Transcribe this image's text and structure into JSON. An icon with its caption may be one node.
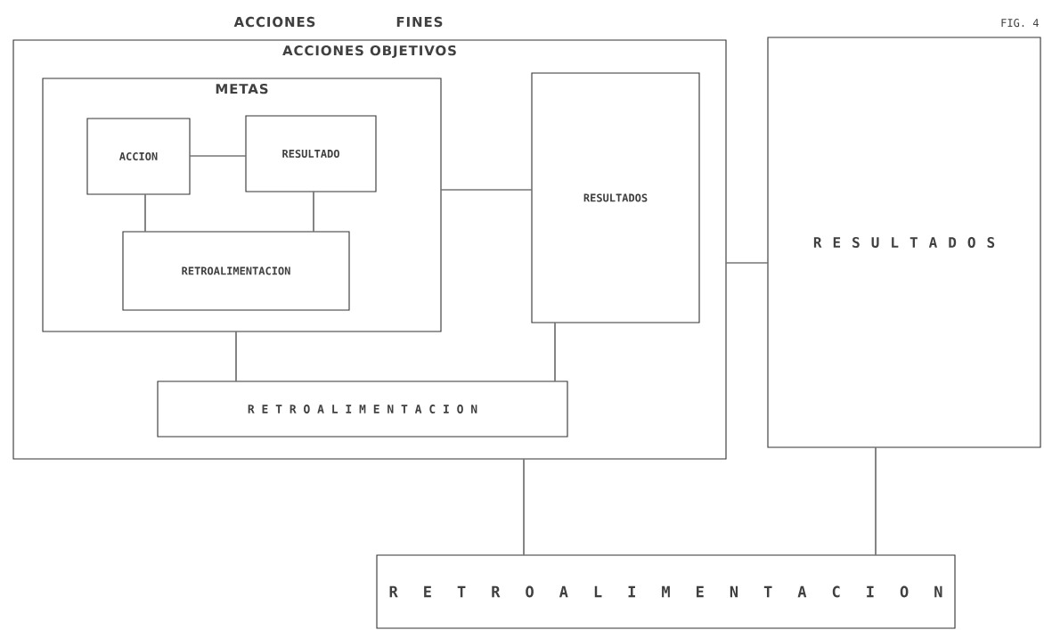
{
  "diagram": {
    "title": "ACCIONES FINES",
    "nodes": [
      {
        "text": [
          "ACCIONES OBJETIVOS"
        ]
      },
      {
        "text": [
          "METAS"
        ],
        "in": 0
      },
      {
        "text": [
          "ACCION"
        ],
        "in": 1
      },
      {
        "text": [
          "RESULTADO"
        ],
        "in": 1
      },
      {
        "text": [
          "RETROALIMENTACION"
        ],
        "in": 1
      },
      {
        "text": [
          "RESULTADOS"
        ],
        "in": 0
      },
      {
        "text": [
          "R E T R O A L I M E N T A C I O N"
        ],
        "in": 0
      },
      {
        "text": [
          "R E S U L T A D O S"
        ]
      },
      {
        "text": [
          "R E T R O A L I M E N T A C I O N"
        ]
      }
    ],
    "edges": [
      {
        "from": 2,
        "to": 3,
        "arrow": "none"
      },
      {
        "from": 2,
        "to": 4,
        "arrow": "none"
      },
      {
        "from": 3,
        "to": 4,
        "arrow": "none"
      },
      {
        "from": 1,
        "to": 5,
        "arrow": "none"
      },
      {
        "from": 1,
        "to": 6,
        "arrow": "none"
      },
      {
        "from": 5,
        "to": 6,
        "arrow": "none"
      },
      {
        "from": 0,
        "to": 7,
        "arrow": "none"
      },
      {
        "from": 0,
        "to": 8,
        "arrow": "none"
      },
      {
        "from": 7,
        "to": 8,
        "arrow": "none"
      }
    ],
    "labels": [
      "FIG. 4"
    ]
  }
}
